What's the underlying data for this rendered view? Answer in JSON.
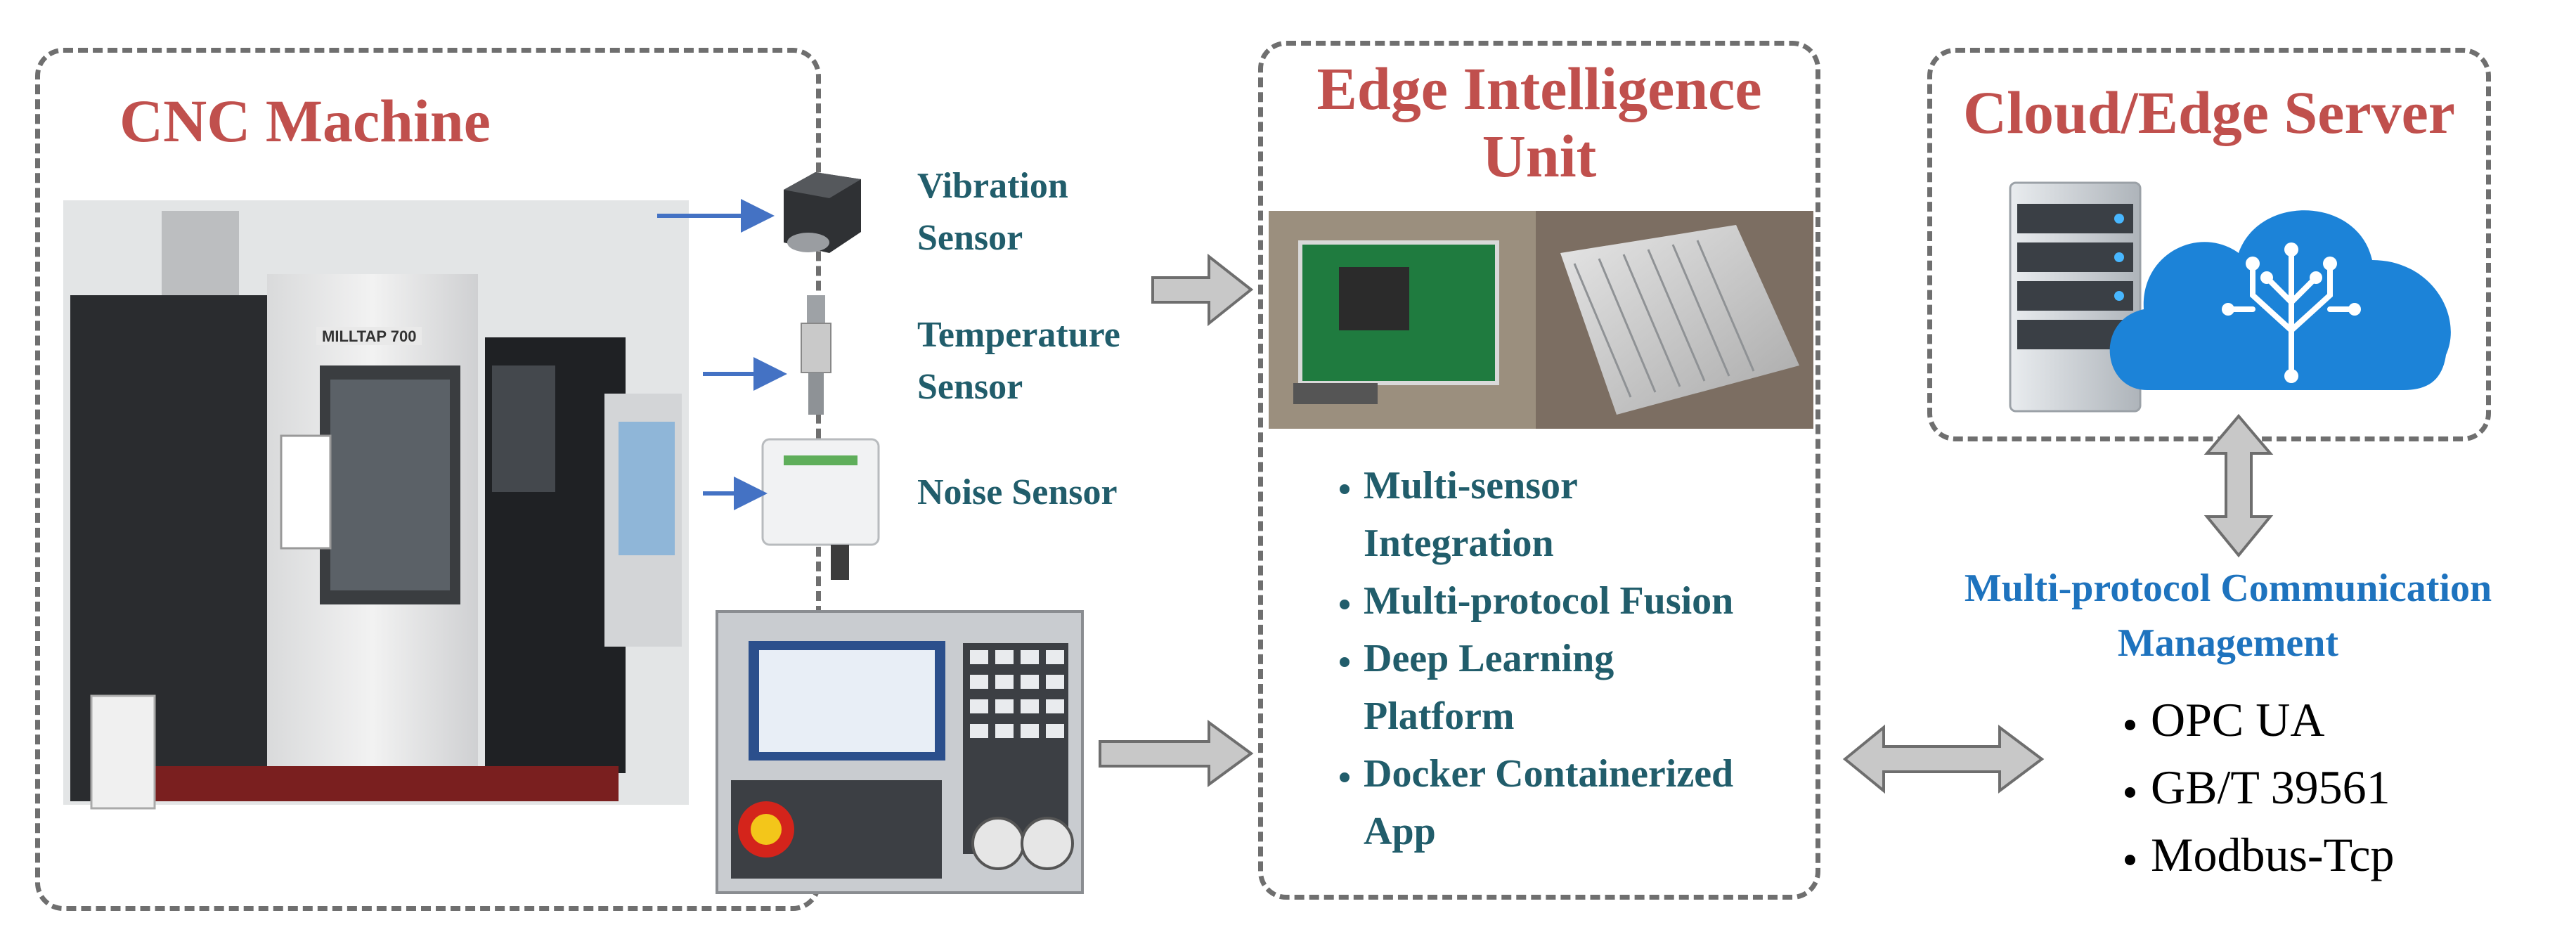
{
  "cnc": {
    "title": "CNC Machine",
    "machine_badge": "MILLTAP 700"
  },
  "sensors": [
    {
      "line1": "Vibration",
      "line2": "Sensor"
    },
    {
      "line1": "Temperature",
      "line2": "Sensor"
    },
    {
      "line1": "Noise Sensor",
      "line2": ""
    }
  ],
  "edge": {
    "title_line1": "Edge Intelligence",
    "title_line2": "Unit",
    "features": [
      [
        "Multi-sensor",
        "Integration"
      ],
      [
        "Multi-protocol Fusion"
      ],
      [
        "Deep Learning",
        "Platform"
      ],
      [
        "Docker Containerized",
        "App"
      ]
    ]
  },
  "server": {
    "title": "Cloud/Edge Server"
  },
  "communication": {
    "title_line1": "Multi-protocol Communication",
    "title_line2": "Management",
    "protocols": [
      "OPC UA",
      "GB/T 39561",
      "Modbus-Tcp"
    ]
  },
  "colors": {
    "title_red": "#c0504d",
    "teal_text": "#215d6b",
    "comm_blue": "#1e73be",
    "arrow_fill": "#c8c8c8",
    "arrow_stroke": "#6e6e6e",
    "sensor_arrow": "#4472c4",
    "cloud_blue": "#1c83d8"
  }
}
